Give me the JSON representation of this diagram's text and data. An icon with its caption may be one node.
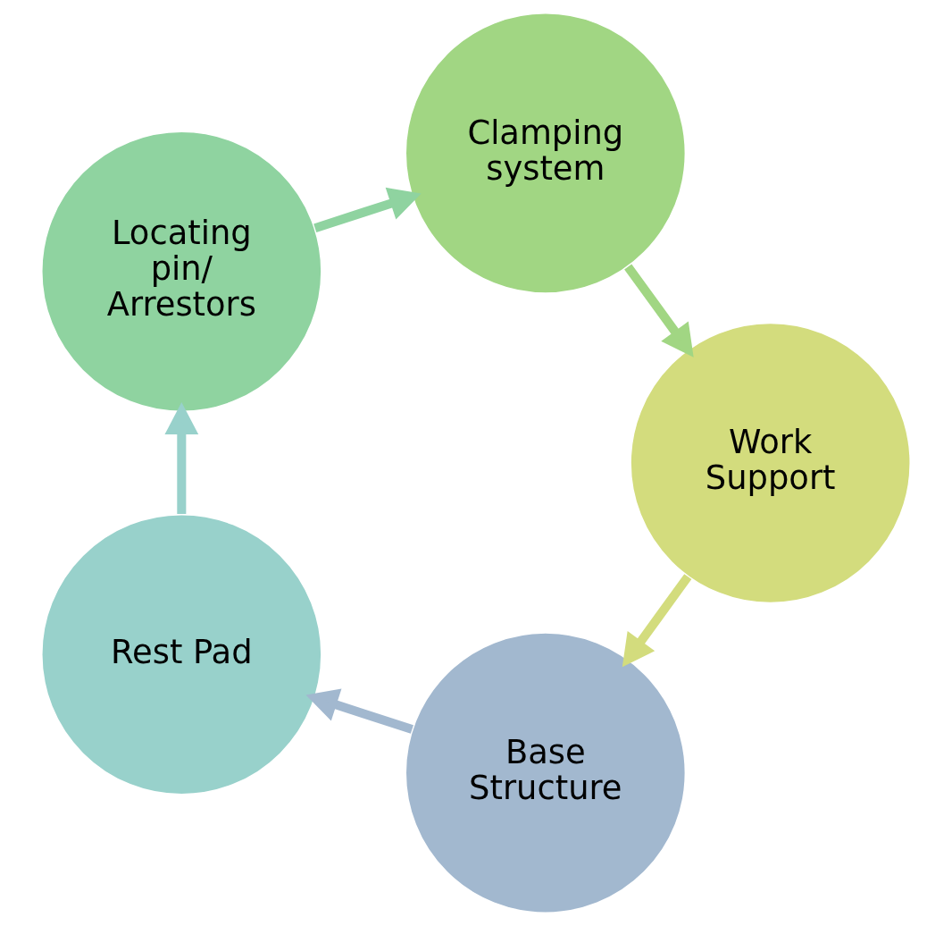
{
  "diagram": {
    "nodes": [
      {
        "text": [
          "Base Structure"
        ]
      },
      {
        "text": [
          "Rest Pad"
        ]
      },
      {
        "text": [
          "Locating pin/ Arrestors"
        ]
      },
      {
        "text": [
          "Clamping system"
        ]
      },
      {
        "text": [
          "Work Support"
        ]
      }
    ],
    "edges": [
      {
        "from": 0,
        "to": 1,
        "arrow": "to",
        "color": "#a2b8cf"
      },
      {
        "from": 1,
        "to": 2,
        "arrow": "to",
        "color": "#98d1cb"
      },
      {
        "from": 2,
        "to": 3,
        "arrow": "to",
        "color": "#8fd3a0"
      },
      {
        "from": 3,
        "to": 4,
        "arrow": "to",
        "color": "#a1d683"
      },
      {
        "from": 4,
        "to": 0,
        "arrow": "to",
        "color": "#d3dc7d"
      }
    ]
  }
}
